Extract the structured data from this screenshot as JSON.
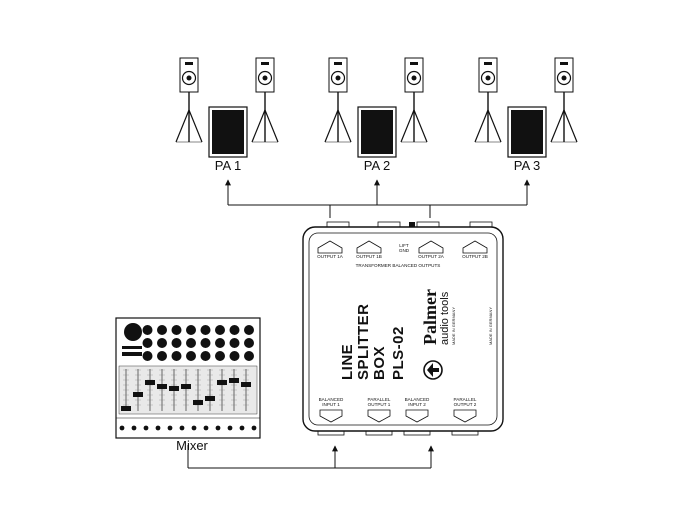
{
  "pa_groups": [
    {
      "label": "PA 1"
    },
    {
      "label": "PA 2"
    },
    {
      "label": "PA 3"
    }
  ],
  "splitter": {
    "outputs": [
      "OUTPUT 1A",
      "OUTPUT 1B",
      "OUTPUT 2A",
      "OUTPUT 2B"
    ],
    "lift_label_1": "LIFT",
    "lift_label_2": "GND",
    "transformer_label": "TRANSFORMER BALANCED OUTPUTS",
    "name_line1": "LINE",
    "name_line2": "SPLITTER",
    "name_line3": "BOX",
    "model": "PLS-02",
    "brand": "Palmer",
    "brand_sub": "audio tools",
    "brand_made": "MADE IN GERMANY",
    "side_made": "MADE IN GERMANY",
    "inputs_bottom": [
      {
        "line1": "BALANCED",
        "line2": "INPUT 1"
      },
      {
        "line1": "PARALLEL",
        "line2": "OUTPUT 1"
      },
      {
        "line1": "BALANCED",
        "line2": "INPUT 2"
      },
      {
        "line1": "PARALLEL",
        "line2": "OUTPUT 2"
      }
    ]
  },
  "mixer": {
    "label": "Mixer"
  },
  "colors": {
    "ink": "#111111",
    "paper": "#ffffff",
    "gray": "#d9d9d9"
  }
}
